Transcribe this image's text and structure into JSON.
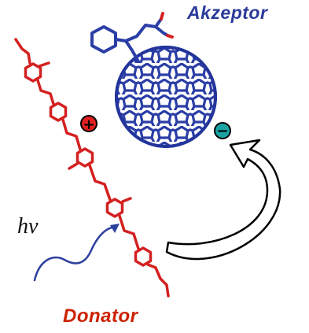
{
  "labels": {
    "acceptor": "Akzeptor",
    "donor": "Donator",
    "light": "hν"
  },
  "charges": {
    "positive": "+",
    "negative": "−"
  },
  "colors": {
    "acceptor": "#2a3a9a",
    "donor": "#cc2200",
    "polymer": "#d42020",
    "fullerene": "#2b3ea6",
    "positive_charge": "#e02020",
    "negative_charge": "#1aa3a3",
    "photon_wave": "#2c3f9c",
    "arrow": "#000000"
  }
}
